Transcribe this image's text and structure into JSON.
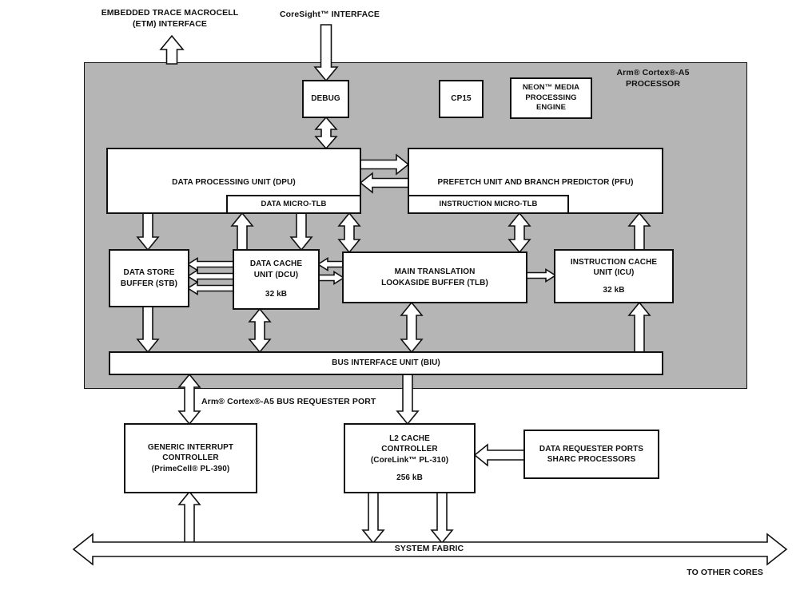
{
  "diagram": {
    "labels": {
      "etm_interface": "EMBEDDED TRACE MACROCELL\n(ETM) INTERFACE",
      "coresight_interface": "CoreSight™ INTERFACE",
      "processor": "Arm® Cortex®-A5\nPROCESSOR",
      "bus_requester_port": "Arm® Cortex®-A5 BUS REQUESTER PORT",
      "to_other_cores": "TO OTHER CORES"
    },
    "blocks": {
      "debug": {
        "label": "DEBUG"
      },
      "cp15": {
        "label": "CP15"
      },
      "neon": {
        "label": "NEON™ MEDIA\nPROCESSING\nENGINE"
      },
      "dpu": {
        "label": "DATA PROCESSING UNIT (DPU)",
        "sub": "DATA MICRO-TLB"
      },
      "pfu": {
        "label": "PREFETCH UNIT AND BRANCH PREDICTOR (PFU)",
        "sub": "INSTRUCTION MICRO-TLB"
      },
      "stb": {
        "label": "DATA STORE\nBUFFER (STB)"
      },
      "dcu": {
        "label": "DATA CACHE\nUNIT (DCU)",
        "size": "32 kB"
      },
      "tlb": {
        "label": "MAIN TRANSLATION\nLOOKASIDE BUFFER (TLB)"
      },
      "icu": {
        "label": "INSTRUCTION CACHE\nUNIT (ICU)",
        "size": "32 kB"
      },
      "biu": {
        "label": "BUS INTERFACE UNIT (BIU)"
      },
      "gic": {
        "label": "GENERIC INTERRUPT\nCONTROLLER\n(PrimeCell® PL-390)"
      },
      "l2": {
        "label": "L2 CACHE\nCONTROLLER\n(CoreLink™ PL-310)",
        "size": "256 kB"
      },
      "drp": {
        "label": "DATA REQUESTER PORTS\nSHARC PROCESSORS"
      },
      "fabric": {
        "label": "SYSTEM FABRIC"
      }
    },
    "colors": {
      "processor_fill": "#b5b5b5",
      "box_fill": "#ffffff",
      "line": "#111111"
    }
  }
}
